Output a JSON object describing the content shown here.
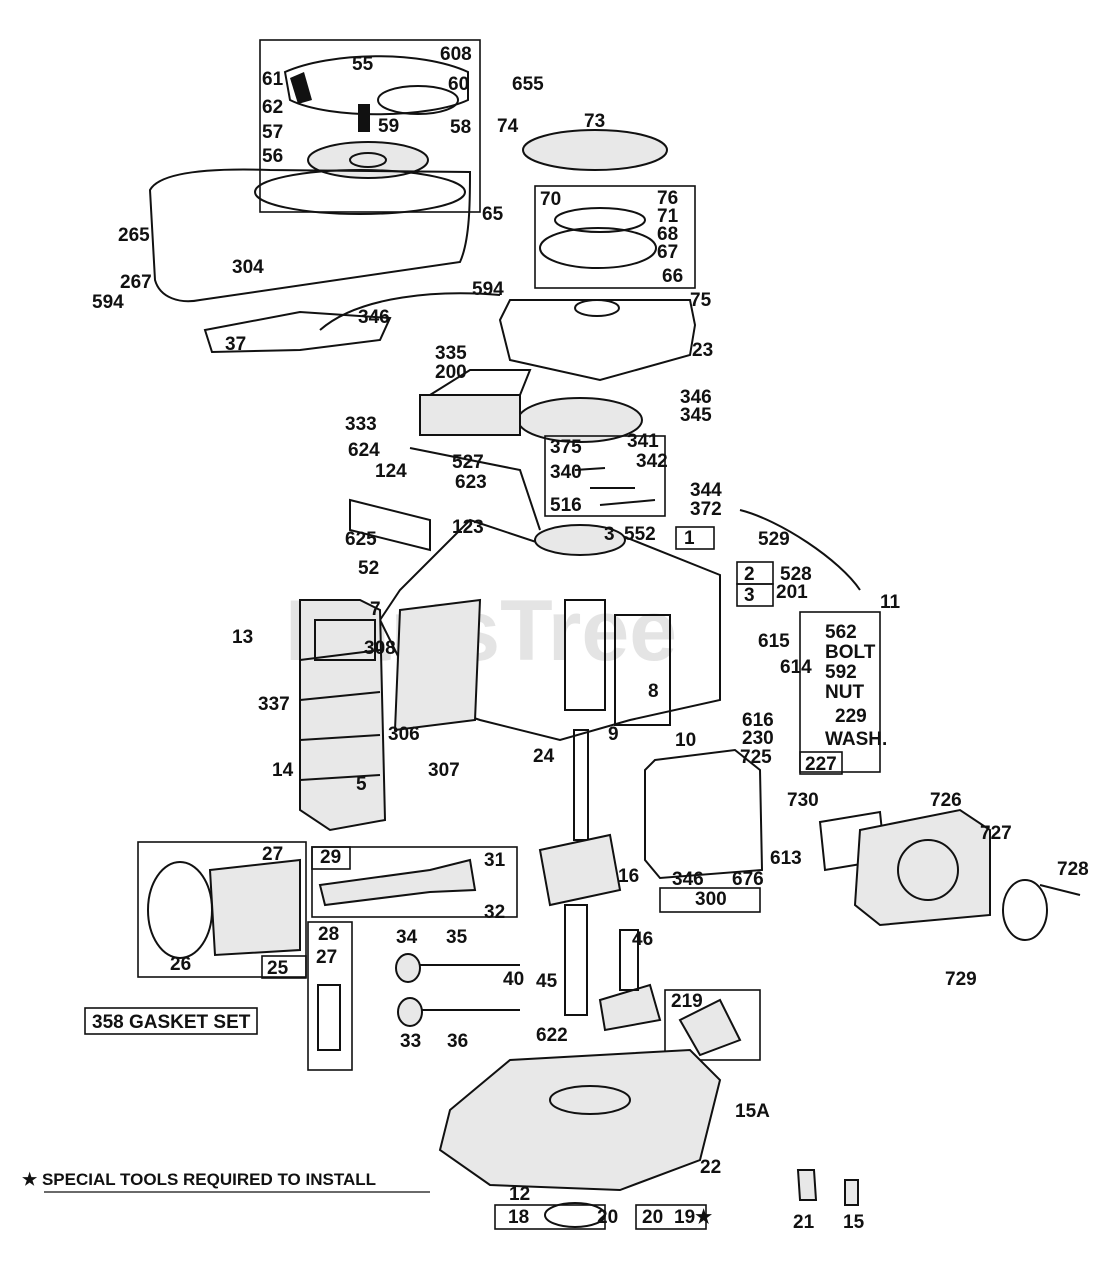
{
  "watermark": "PartsTree",
  "note": "★ SPECIAL TOOLS REQUIRED TO INSTALL",
  "gasket_set": "358 GASKET SET",
  "side_box": {
    "box_number": "227",
    "lines": [
      "562",
      "BOLT",
      "592",
      "NUT",
      "229",
      "WASH."
    ]
  },
  "labels": [
    {
      "id": "608",
      "text": "608"
    },
    {
      "id": "55",
      "text": "55"
    },
    {
      "id": "61",
      "text": "61"
    },
    {
      "id": "60",
      "text": "60"
    },
    {
      "id": "62",
      "text": "62"
    },
    {
      "id": "59",
      "text": "59"
    },
    {
      "id": "58",
      "text": "58"
    },
    {
      "id": "57",
      "text": "57"
    },
    {
      "id": "56",
      "text": "56"
    },
    {
      "id": "65",
      "text": "65"
    },
    {
      "id": "655",
      "text": "655"
    },
    {
      "id": "74",
      "text": "74"
    },
    {
      "id": "73",
      "text": "73"
    },
    {
      "id": "76",
      "text": "76"
    },
    {
      "id": "70",
      "text": "70"
    },
    {
      "id": "71",
      "text": "71"
    },
    {
      "id": "68",
      "text": "68"
    },
    {
      "id": "67",
      "text": "67"
    },
    {
      "id": "66",
      "text": "66"
    },
    {
      "id": "265",
      "text": "265"
    },
    {
      "id": "267",
      "text": "267"
    },
    {
      "id": "594a",
      "text": "594"
    },
    {
      "id": "594b",
      "text": "594"
    },
    {
      "id": "304",
      "text": "304"
    },
    {
      "id": "37",
      "text": "37"
    },
    {
      "id": "346a",
      "text": "346"
    },
    {
      "id": "75",
      "text": "75"
    },
    {
      "id": "23",
      "text": "23"
    },
    {
      "id": "335",
      "text": "335"
    },
    {
      "id": "200",
      "text": "200"
    },
    {
      "id": "346b",
      "text": "346"
    },
    {
      "id": "345",
      "text": "345"
    },
    {
      "id": "333",
      "text": "333"
    },
    {
      "id": "624",
      "text": "624"
    },
    {
      "id": "375",
      "text": "375"
    },
    {
      "id": "341",
      "text": "341"
    },
    {
      "id": "527",
      "text": "527"
    },
    {
      "id": "342",
      "text": "342"
    },
    {
      "id": "340",
      "text": "340"
    },
    {
      "id": "124",
      "text": "124"
    },
    {
      "id": "623",
      "text": "623"
    },
    {
      "id": "344",
      "text": "344"
    },
    {
      "id": "516",
      "text": "516"
    },
    {
      "id": "372",
      "text": "372"
    },
    {
      "id": "123",
      "text": "123"
    },
    {
      "id": "625",
      "text": "625"
    },
    {
      "id": "3a",
      "text": "3"
    },
    {
      "id": "552",
      "text": "552"
    },
    {
      "id": "1",
      "text": "1"
    },
    {
      "id": "529",
      "text": "529"
    },
    {
      "id": "52",
      "text": "52"
    },
    {
      "id": "2",
      "text": "2"
    },
    {
      "id": "3b",
      "text": "3"
    },
    {
      "id": "528",
      "text": "528"
    },
    {
      "id": "201",
      "text": "201"
    },
    {
      "id": "11",
      "text": "11"
    },
    {
      "id": "7",
      "text": "7"
    },
    {
      "id": "13",
      "text": "13"
    },
    {
      "id": "308",
      "text": "308"
    },
    {
      "id": "615",
      "text": "615"
    },
    {
      "id": "614",
      "text": "614"
    },
    {
      "id": "337",
      "text": "337"
    },
    {
      "id": "8",
      "text": "8"
    },
    {
      "id": "306",
      "text": "306"
    },
    {
      "id": "616",
      "text": "616"
    },
    {
      "id": "230",
      "text": "230"
    },
    {
      "id": "14",
      "text": "14"
    },
    {
      "id": "9",
      "text": "9"
    },
    {
      "id": "10",
      "text": "10"
    },
    {
      "id": "307",
      "text": "307"
    },
    {
      "id": "725",
      "text": "725"
    },
    {
      "id": "5",
      "text": "5"
    },
    {
      "id": "24",
      "text": "24"
    },
    {
      "id": "730",
      "text": "730"
    },
    {
      "id": "726",
      "text": "726"
    },
    {
      "id": "727",
      "text": "727"
    },
    {
      "id": "613",
      "text": "613"
    },
    {
      "id": "16",
      "text": "16"
    },
    {
      "id": "346c",
      "text": "346"
    },
    {
      "id": "676",
      "text": "676"
    },
    {
      "id": "728",
      "text": "728"
    },
    {
      "id": "300",
      "text": "300"
    },
    {
      "id": "27a",
      "text": "27"
    },
    {
      "id": "29",
      "text": "29"
    },
    {
      "id": "31",
      "text": "31"
    },
    {
      "id": "32",
      "text": "32"
    },
    {
      "id": "28",
      "text": "28"
    },
    {
      "id": "26",
      "text": "26"
    },
    {
      "id": "25",
      "text": "25"
    },
    {
      "id": "27b",
      "text": "27"
    },
    {
      "id": "34",
      "text": "34"
    },
    {
      "id": "35",
      "text": "35"
    },
    {
      "id": "46",
      "text": "46"
    },
    {
      "id": "40",
      "text": "40"
    },
    {
      "id": "45",
      "text": "45"
    },
    {
      "id": "729",
      "text": "729"
    },
    {
      "id": "219",
      "text": "219"
    },
    {
      "id": "33",
      "text": "33"
    },
    {
      "id": "36",
      "text": "36"
    },
    {
      "id": "622",
      "text": "622"
    },
    {
      "id": "15A",
      "text": "15A"
    },
    {
      "id": "22",
      "text": "22"
    },
    {
      "id": "12",
      "text": "12"
    },
    {
      "id": "18",
      "text": "18"
    },
    {
      "id": "20a",
      "text": "20"
    },
    {
      "id": "20b",
      "text": "20"
    },
    {
      "id": "19",
      "text": "19★"
    },
    {
      "id": "21",
      "text": "21"
    },
    {
      "id": "15",
      "text": "15"
    }
  ]
}
